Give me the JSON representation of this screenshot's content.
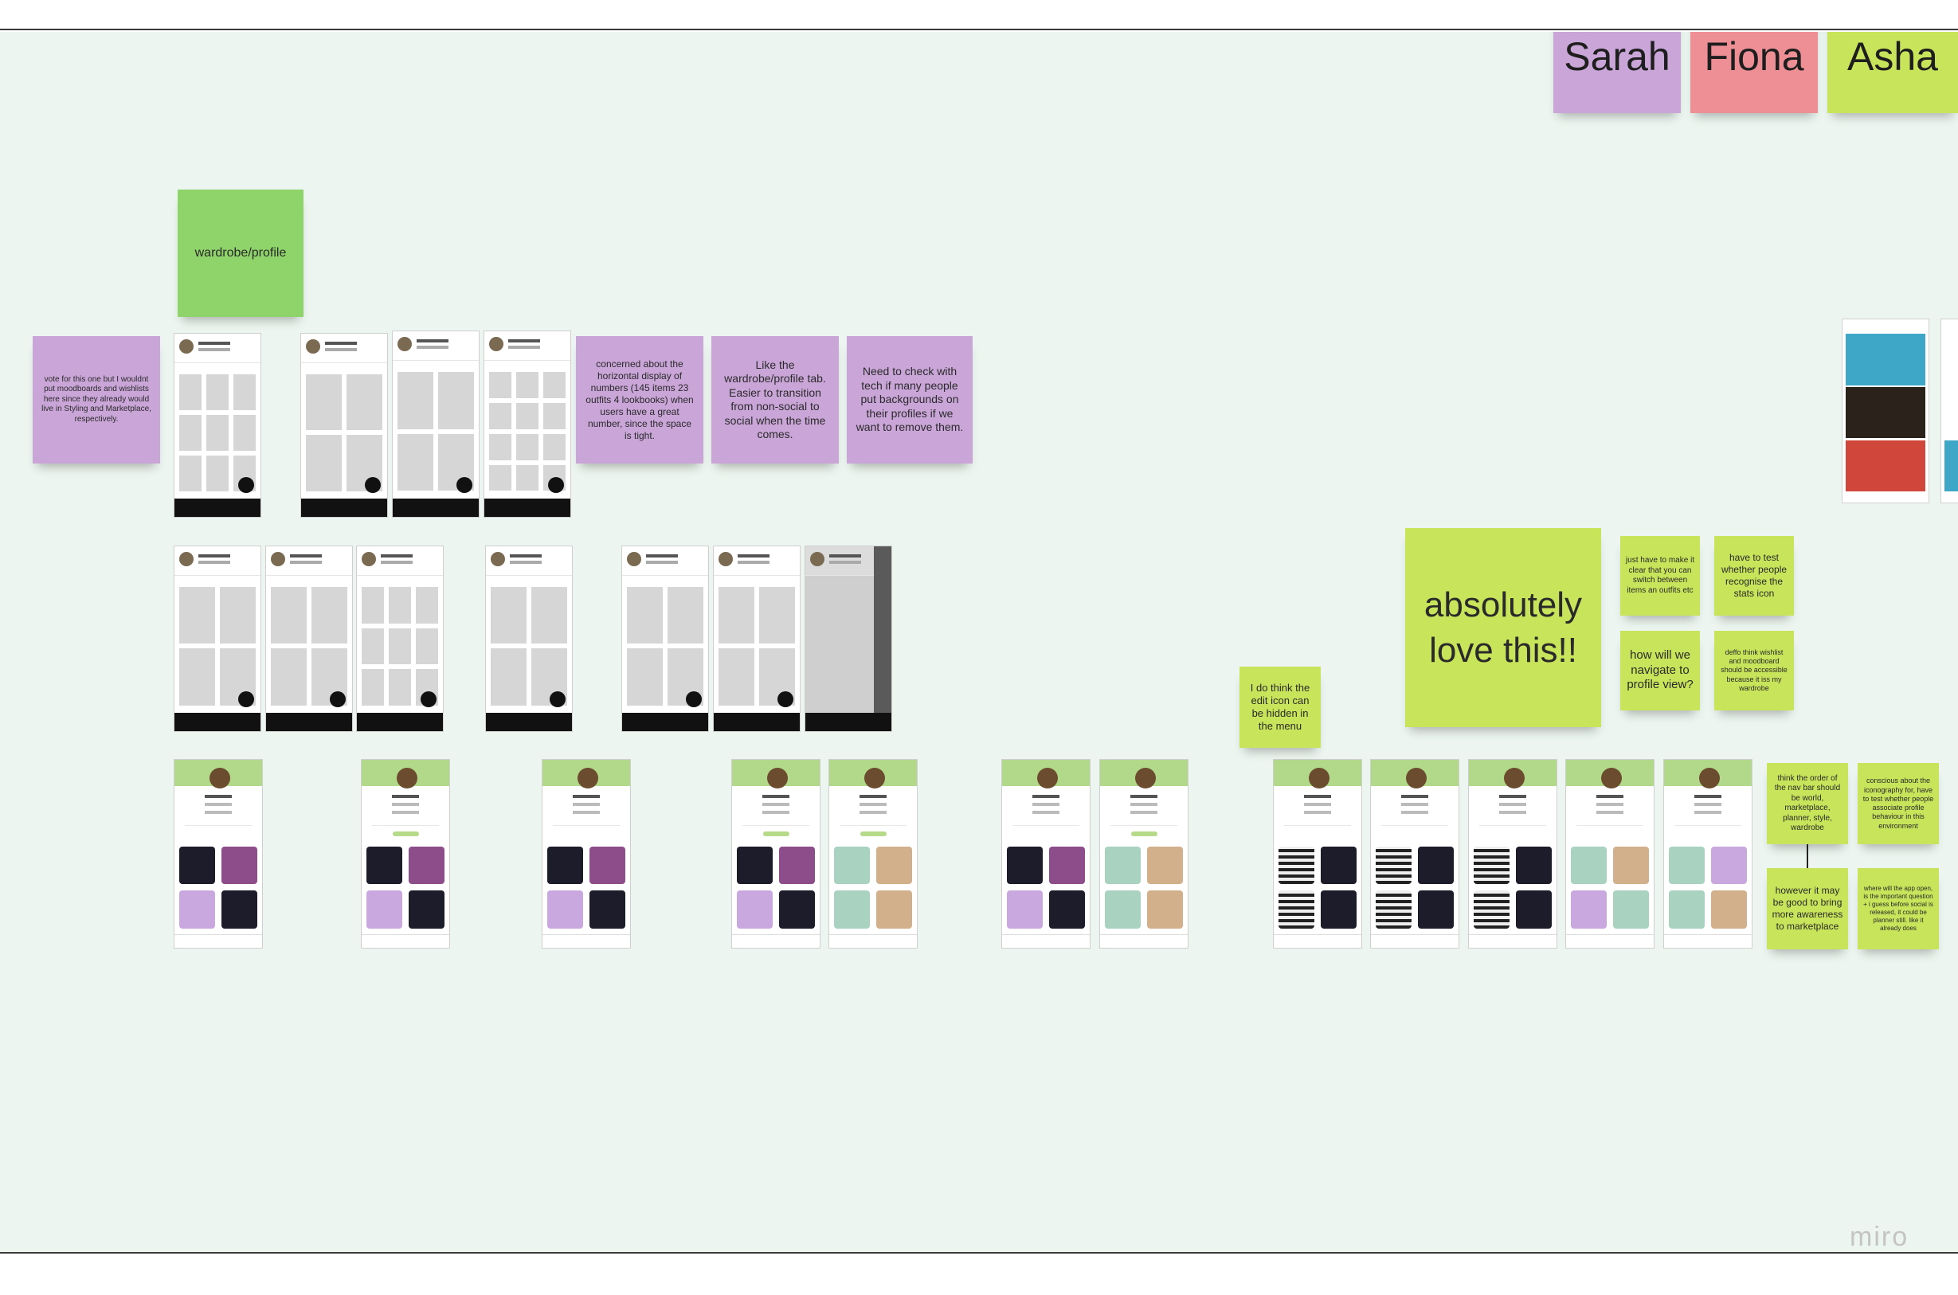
{
  "board": {
    "logo": "miro",
    "participants": [
      "Sarah",
      "Fiona",
      "Asha"
    ],
    "section_label": "wardrobe/profile",
    "big_note": "absolutely love this!!",
    "notes": {
      "vote_note": "vote for this one but I wouldnt put moodboards and wishlists here since they already would live in Styling and Marketplace, respectively.",
      "concerned_note": "concerned about the horizontal display of numbers (145 items 23 outfits 4 lookbooks) when users have a great number, since the space is tight.",
      "like_note": "Like the wardrobe/profile tab. Easier to transition from non-social to social when the time comes.",
      "tech_note": "Need to check with tech if many people put backgrounds on their profiles if we want to remove them.",
      "edit_icon_note": "I do think the edit icon can be hidden in the menu",
      "switch_note": "just have to make it clear that you can switch between items an outfits etc",
      "stats_icon_note": "have to test whether people recognise the stats icon",
      "navigate_note": "how will we navigate to profile view?",
      "wishlist_note": "deffo think wishlist and moodboard should be accessible because it iss my wardrobe",
      "nav_order_note": "think the order of the nav bar should be world, marketplace, planner, style, wardrobe",
      "iconography_note": "conscious about the iconography for, have to test whether people associate profile behaviour in this environment",
      "marketplace_note": "however it may be good to bring more awareness to marketplace",
      "app_open_note": "where will the app open, is the important question + i guess before social is released, it could be planner still. like it already does"
    }
  },
  "colors": {
    "canvas": "#ecf5ef",
    "purple_note": "#c9a5d8",
    "lime_note": "#c8e45a",
    "green_note": "#8fd46a",
    "pink_note": "#ee8e95"
  }
}
